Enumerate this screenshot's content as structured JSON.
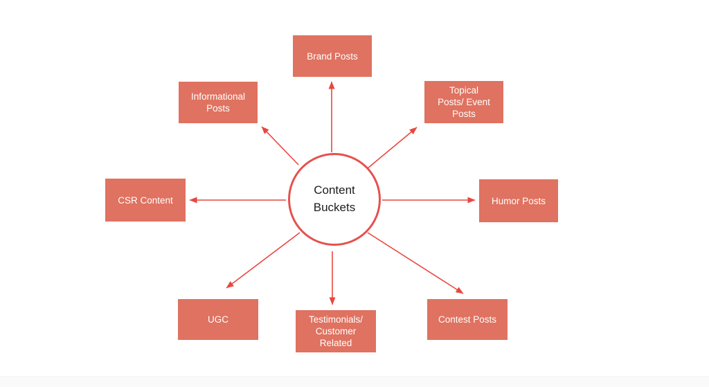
{
  "diagram": {
    "center_label": "Content\nBuckets",
    "nodes": [
      {
        "id": "brand-posts",
        "label": "Brand Posts"
      },
      {
        "id": "topical-event-posts",
        "label": "Topical\nPosts/ Event\nPosts"
      },
      {
        "id": "humor-posts",
        "label": "Humor Posts"
      },
      {
        "id": "contest-posts",
        "label": "Contest Posts"
      },
      {
        "id": "testimonials-customer",
        "label": "Testimonials/\nCustomer\nRelated"
      },
      {
        "id": "ugc",
        "label": "UGC"
      },
      {
        "id": "csr-content",
        "label": "CSR Content"
      },
      {
        "id": "informational-posts",
        "label": "Informational\nPosts"
      }
    ],
    "colors": {
      "node_fill": "#df7260",
      "node_text": "#ffffff",
      "arrow": "#e8473f",
      "circle_border": "#e5514d",
      "circle_fill": "#ffffff",
      "center_text": "#1c1c1c",
      "background": "#ffffff"
    }
  }
}
